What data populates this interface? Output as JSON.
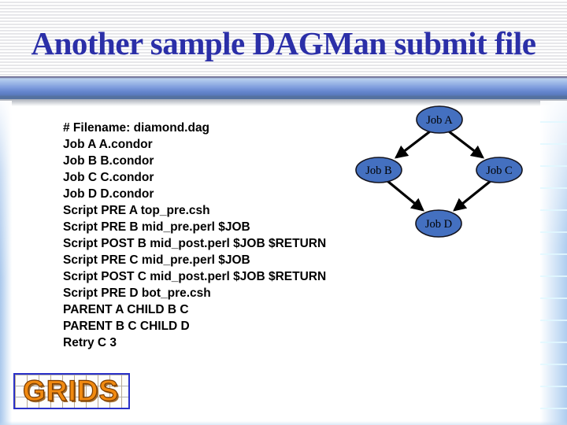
{
  "title": "Another sample DAGMan submit file",
  "code": {
    "lines": [
      "# Filename: diamond.dag",
      "Job A A.condor",
      "Job B B.condor",
      "Job C C.condor",
      "Job D D.condor",
      "Script PRE A top_pre.csh",
      "Script PRE B mid_pre.perl $JOB",
      "Script POST B mid_post.perl $JOB $RETURN",
      "Script PRE C mid_pre.perl $JOB",
      "Script POST C mid_post.perl $JOB $RETURN",
      "Script PRE D bot_pre.csh",
      "PARENT A CHILD B C",
      "PARENT B C CHILD D",
      "Retry C 3"
    ]
  },
  "diagram": {
    "type": "dag",
    "nodes": [
      {
        "id": "A",
        "label": "Job A"
      },
      {
        "id": "B",
        "label": "Job B"
      },
      {
        "id": "C",
        "label": "Job C"
      },
      {
        "id": "D",
        "label": "Job D"
      }
    ],
    "edges": [
      {
        "from": "A",
        "to": "B"
      },
      {
        "from": "A",
        "to": "C"
      },
      {
        "from": "B",
        "to": "D"
      },
      {
        "from": "C",
        "to": "D"
      }
    ]
  },
  "logo": {
    "text": "GRIDS"
  },
  "colors": {
    "title_blue": "#2b2fa8",
    "node_fill": "#4470c0",
    "node_border": "#14141e",
    "arrow_black": "#000000",
    "logo_orange": "#f18a10",
    "bar_mid_blue": "#7d9bdc"
  }
}
